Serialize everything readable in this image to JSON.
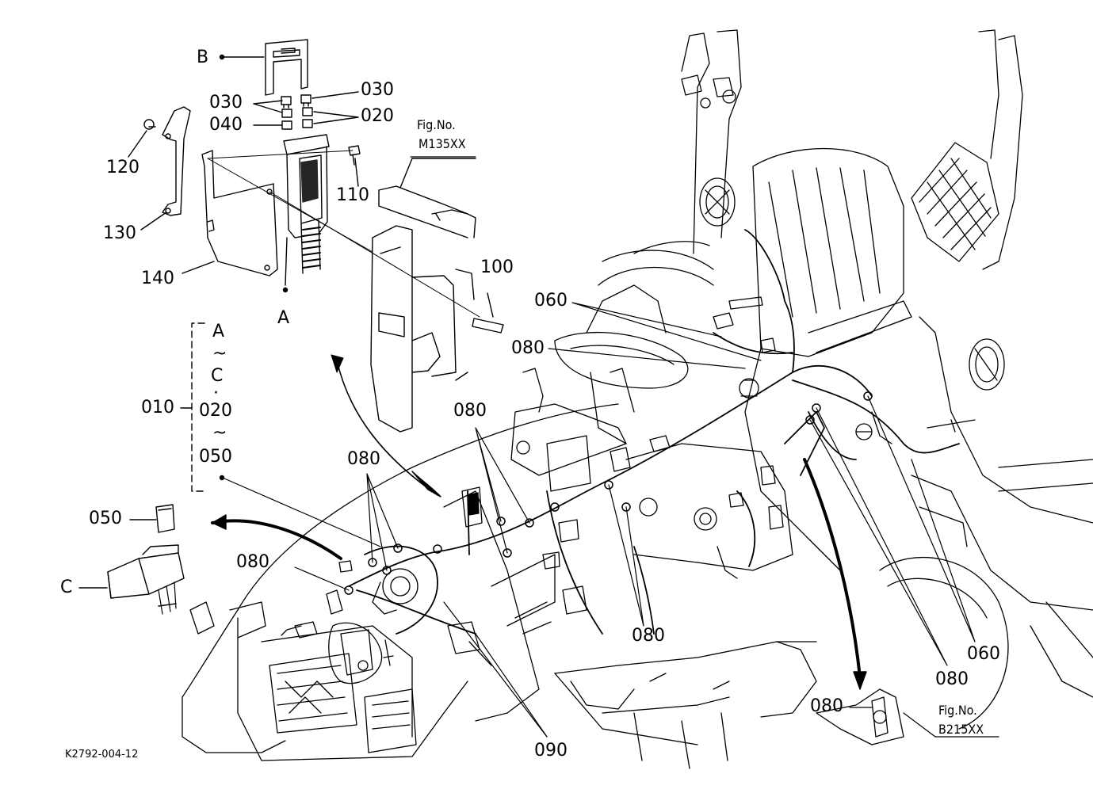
{
  "diagram": {
    "labels": {
      "B": "B",
      "A": "A",
      "C": "C",
      "p030a": "030",
      "p030b": "030",
      "p020": "020",
      "p040": "040",
      "p120": "120",
      "p110": "110",
      "p130": "130",
      "p140": "140",
      "p100": "100",
      "p060a": "060",
      "p060b": "060",
      "p080a": "080",
      "p080b": "080",
      "p080c": "080",
      "p080d": "080",
      "p080e": "080",
      "p080f": "080",
      "p080g": "080",
      "p090": "090",
      "p050": "050",
      "p010": "010"
    },
    "range_note": {
      "a": "A",
      "tilde1": "~",
      "c": "C",
      "dot": "·",
      "n020": "020",
      "tilde2": "~",
      "n050": "050"
    },
    "fig_refs": {
      "m135_title": "Fig.No.",
      "m135_code": "M135XX",
      "b215_title": "Fig.No.",
      "b215_code": "B215XX"
    },
    "drawing_code": "K2792-004-12"
  }
}
